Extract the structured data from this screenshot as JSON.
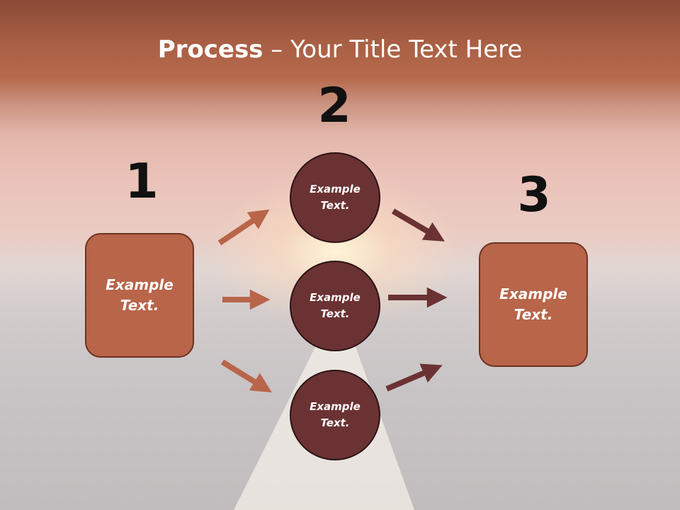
{
  "slide": {
    "title_bold": "Process",
    "title_rest": " – Your Title Text Here"
  },
  "steps": {
    "step1_number": "1",
    "step2_number": "2",
    "step3_number": "3"
  },
  "shapes": {
    "left_box": "Example\nText.",
    "right_box": "Example\nText.",
    "circle_top": "Example\nText.",
    "circle_middle": "Example\nText.",
    "circle_bottom": "Example\nText."
  },
  "colors": {
    "box_fill": "#b8654a",
    "circle_fill": "#6b3233",
    "arrow_light": "#b8654a",
    "arrow_dark": "#6b3233"
  }
}
